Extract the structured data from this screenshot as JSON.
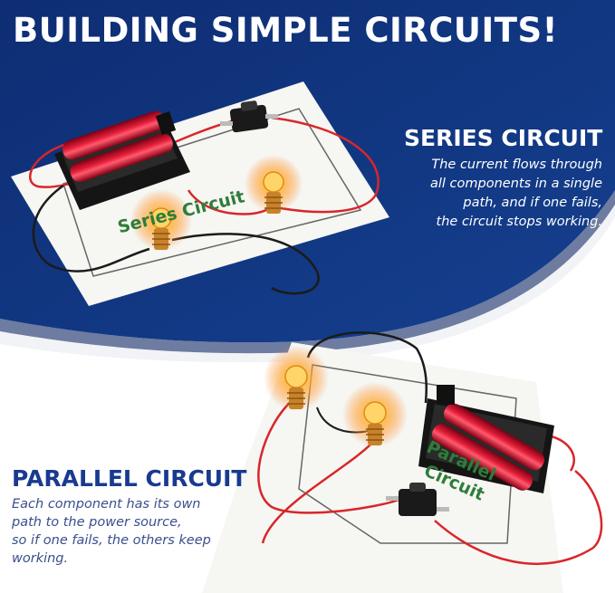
{
  "page": {
    "title": "BUILDING SIMPLE CIRCUITS!"
  },
  "series": {
    "heading": "SERIES CIRCUIT",
    "description_lines": [
      "The current flows through",
      "all components in a single",
      "path, and if one fails,",
      "the circuit stops working."
    ],
    "board_label": "Series Circuit"
  },
  "parallel": {
    "heading": "PARALLEL CIRCUIT",
    "description_lines": [
      "Each component has its own",
      "path to the power source,",
      "so if one fails, the others keep",
      "working."
    ],
    "board_label_lines": [
      "Parallel",
      "Circuit"
    ]
  },
  "colors": {
    "navy": "#12347f",
    "navy_dark": "#0c2563",
    "board": "#f7f7f3",
    "label_green": "#2e7d3a",
    "wire_red": "#d8262b",
    "wire_black": "#1b1b1b",
    "battery_red": "#c8102e",
    "bulb_glow": "#ffb43c",
    "parallel_text": "#1a3a8f"
  },
  "icons": {
    "bulb": "light-bulb-icon",
    "battery": "battery-holder-icon",
    "switch": "push-switch-icon"
  }
}
